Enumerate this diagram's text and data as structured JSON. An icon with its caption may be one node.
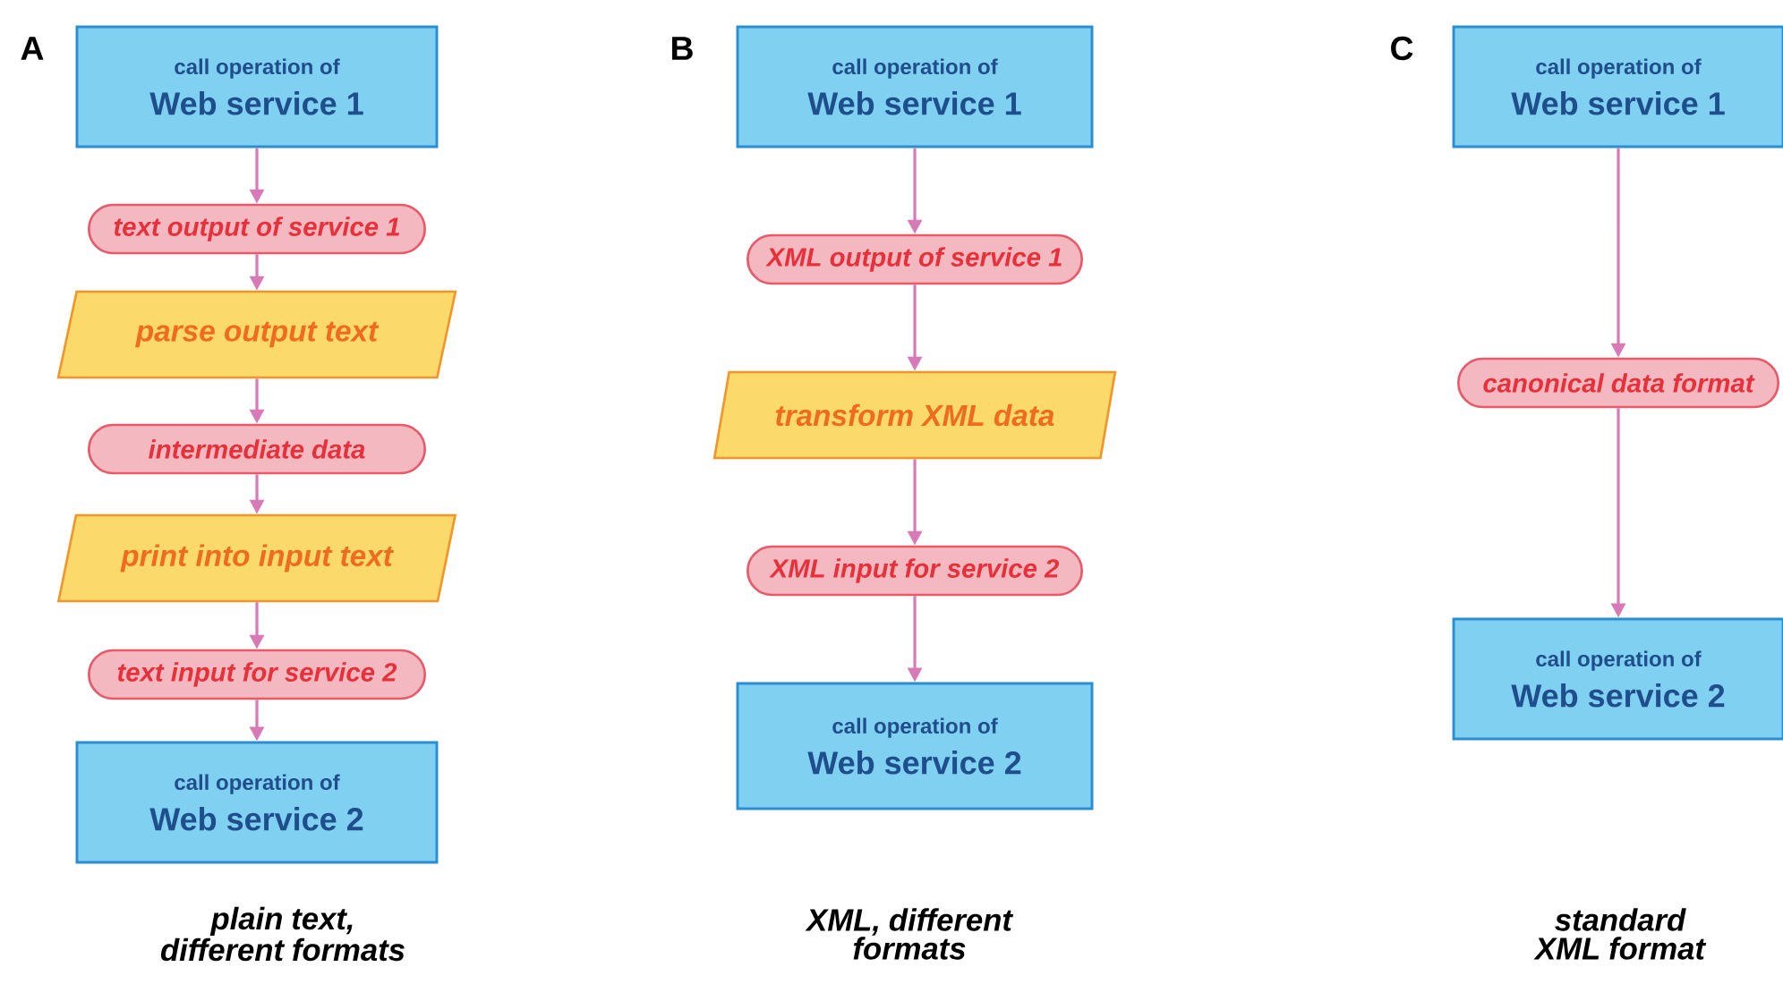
{
  "diagram": {
    "nodes": [
      {
        "text": [
          "call operation of",
          "Web service 1"
        ]
      },
      {
        "text": [
          "text output of service 1"
        ]
      },
      {
        "text": [
          "parse output text"
        ]
      },
      {
        "text": [
          "intermediate data"
        ]
      },
      {
        "text": [
          "print into input text"
        ]
      },
      {
        "text": [
          "text input for service 2"
        ]
      },
      {
        "text": [
          "call operation of",
          "Web service 2"
        ]
      },
      {
        "text": [
          "call operation of",
          "Web service 1"
        ]
      },
      {
        "text": [
          "XML output of service 1"
        ]
      },
      {
        "text": [
          "transform XML data"
        ]
      },
      {
        "text": [
          "XML input for service 2"
        ]
      },
      {
        "text": [
          "call operation of",
          "Web service 2"
        ]
      },
      {
        "text": [
          "call operation of",
          "Web service 1"
        ]
      },
      {
        "text": [
          "canonical data format"
        ]
      },
      {
        "text": [
          "call operation of",
          "Web service 2"
        ]
      }
    ],
    "edges": [
      {
        "from": 0,
        "to": 1,
        "arrow": "to"
      },
      {
        "from": 1,
        "to": 2,
        "arrow": "to"
      },
      {
        "from": 2,
        "to": 3,
        "arrow": "to"
      },
      {
        "from": 3,
        "to": 4,
        "arrow": "to"
      },
      {
        "from": 4,
        "to": 5,
        "arrow": "to"
      },
      {
        "from": 5,
        "to": 6,
        "arrow": "to"
      },
      {
        "from": 7,
        "to": 8,
        "arrow": "to"
      },
      {
        "from": 8,
        "to": 9,
        "arrow": "to"
      },
      {
        "from": 9,
        "to": 10,
        "arrow": "to"
      },
      {
        "from": 10,
        "to": 11,
        "arrow": "to"
      },
      {
        "from": 12,
        "to": 13,
        "arrow": "to"
      },
      {
        "from": 13,
        "to": 14,
        "arrow": "to"
      }
    ],
    "labels": [
      "A",
      "B",
      "C",
      "plain text, different formats",
      "XML, different formats",
      "standard XML format"
    ]
  }
}
